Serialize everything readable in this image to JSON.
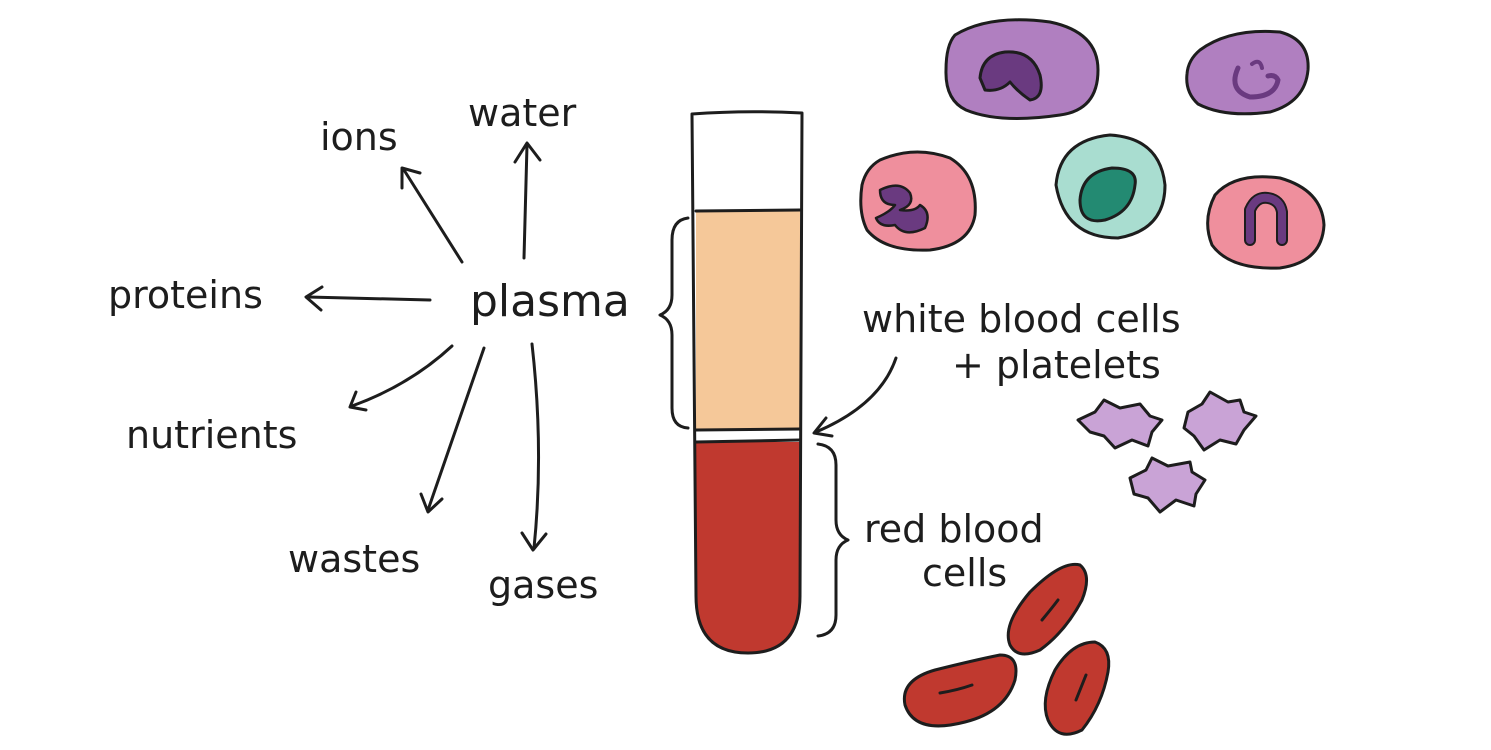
{
  "center_label": "plasma",
  "plasma_components": [
    {
      "key": "water",
      "label": "water"
    },
    {
      "key": "ions",
      "label": "ions"
    },
    {
      "key": "proteins",
      "label": "proteins"
    },
    {
      "key": "nutrients",
      "label": "nutrients"
    },
    {
      "key": "wastes",
      "label": "wastes"
    },
    {
      "key": "gases",
      "label": "gases"
    }
  ],
  "layer_labels": {
    "buffy_coat_line1": "white blood cells",
    "buffy_coat_line2": "+ platelets",
    "red_cells_line1": "red blood",
    "red_cells_line2": "cells"
  },
  "colors": {
    "plasma": "#f5c899",
    "red_blood_cells": "#c0392f",
    "white_cell_purple": "#b07fc0",
    "white_cell_pink": "#ef8f9d",
    "white_cell_teal": "#a9ddd0",
    "nucleus_purple": "#6a3a80",
    "nucleus_teal": "#238a72",
    "platelet": "#c9a3d6"
  }
}
